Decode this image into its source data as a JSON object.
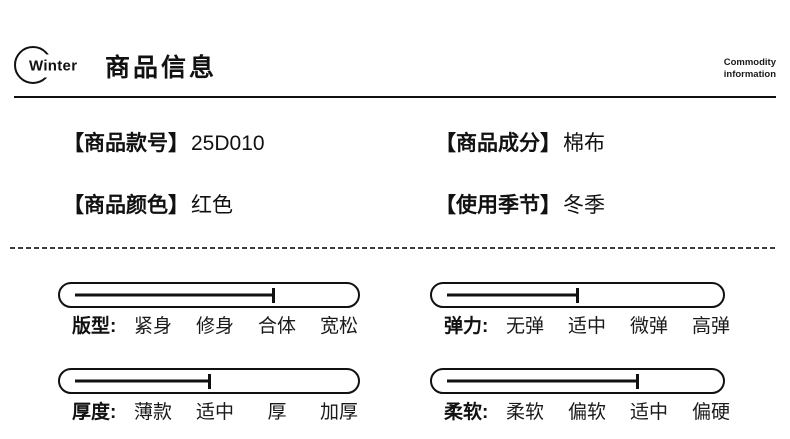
{
  "colors": {
    "text": "#111111",
    "background": "#ffffff"
  },
  "header": {
    "badge": "Winter",
    "title": "商品信息",
    "subtitle": [
      "Commodity",
      "information"
    ]
  },
  "details": [
    {
      "label": "【商品款号】",
      "value": "25D010"
    },
    {
      "label": "【商品成分】",
      "value": "棉布"
    },
    {
      "label": "【商品颜色】",
      "value": "红色"
    },
    {
      "label": "【使用季节】",
      "value": "冬季"
    }
  ],
  "sliders": [
    {
      "name": "版型:",
      "options": [
        "紧身",
        "修身",
        "合体",
        "宽松"
      ],
      "position_pct": 74
    },
    {
      "name": "弹力:",
      "options": [
        "无弹",
        "适中",
        "微弹",
        "高弹"
      ],
      "position_pct": 50
    },
    {
      "name": "厚度:",
      "options": [
        "薄款",
        "适中",
        "厚",
        "加厚"
      ],
      "position_pct": 50
    },
    {
      "name": "柔软:",
      "options": [
        "柔软",
        "偏软",
        "适中",
        "偏硬"
      ],
      "position_pct": 73
    }
  ]
}
